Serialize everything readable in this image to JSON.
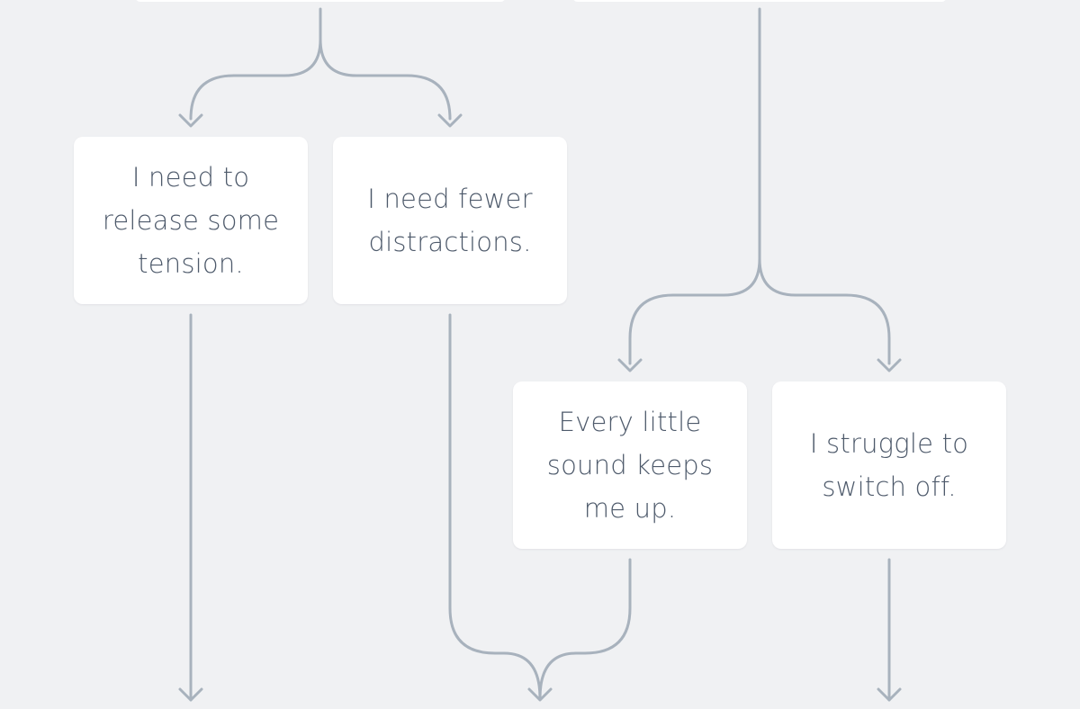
{
  "diagram": {
    "nodes": [
      {
        "id": "release-tension",
        "text": "I need to\nrelease some\ntension."
      },
      {
        "id": "fewer-distractions",
        "text": "I need fewer\ndistractions."
      },
      {
        "id": "every-little-sound",
        "text": "Every little\nsound keeps\nme up."
      },
      {
        "id": "struggle-switch-off",
        "text": "I struggle to\nswitch off."
      }
    ],
    "edges": [
      {
        "from": "top-left-branch",
        "to": "release-tension"
      },
      {
        "from": "top-left-branch",
        "to": "fewer-distractions"
      },
      {
        "from": "top-right-branch",
        "to": "every-little-sound"
      },
      {
        "from": "top-right-branch",
        "to": "struggle-switch-off"
      },
      {
        "from": "release-tension",
        "to": "bottom-offscreen"
      },
      {
        "from": "fewer-distractions",
        "to": "bottom-merge"
      },
      {
        "from": "every-little-sound",
        "to": "bottom-merge"
      },
      {
        "from": "struggle-switch-off",
        "to": "bottom-offscreen"
      }
    ]
  },
  "colors": {
    "background": "#f0f1f3",
    "card": "#ffffff",
    "text": "#4e5a6b",
    "connector": "#a8b2bd"
  }
}
